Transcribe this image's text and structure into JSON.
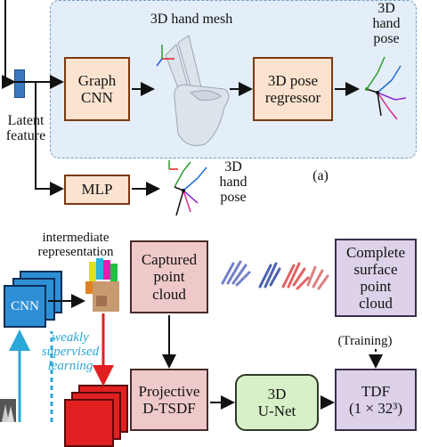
{
  "panel_a": {
    "mesh_title": "3D hand mesh",
    "graph_cnn": "Graph\nCNN",
    "pose_regressor": "3D pose\nregressor",
    "pose_label_top": "3D\nhand\npose",
    "latent_feature": "Latent\nfeature",
    "mlp": "MLP",
    "pose_label_bottom": "3D\nhand\npose",
    "caption": "(a)"
  },
  "panel_b": {
    "intermediate": "intermediate\nrepresentation",
    "cnn": "CNN",
    "weakly": "weakly\nsupervised\nlearning",
    "captured": "Captured\npoint\ncloud",
    "complete": "Complete\nsurface\npoint\ncloud",
    "training": "(Training)",
    "projective": "Projective\nD-TSDF",
    "unet": "3D\nU-Net",
    "tdf": "TDF\n(1 × 32³)"
  },
  "colors": {
    "dashed_panel": "#e4eef8",
    "arrow": "#111111",
    "red_arrow": "#e02020",
    "cyan": "#2aa7d6"
  }
}
